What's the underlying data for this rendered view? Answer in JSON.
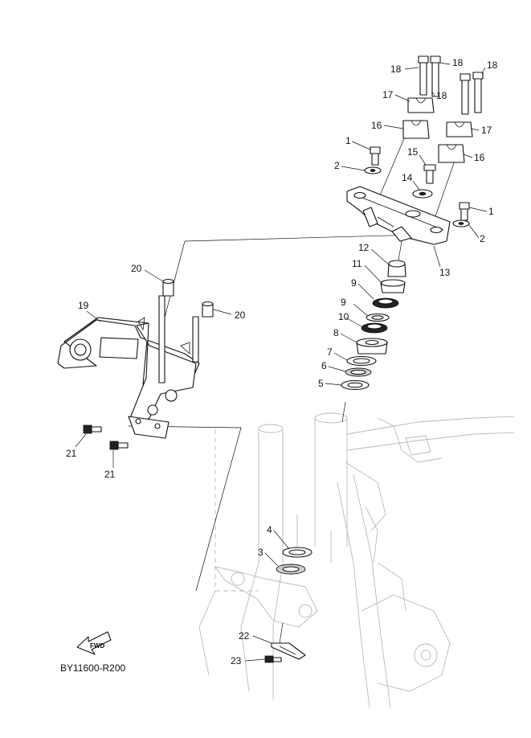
{
  "diagram": {
    "code": "BY11600-R200",
    "fwd_label": "FWD",
    "callouts": [
      "18",
      "18",
      "18",
      "18",
      "17",
      "17",
      "16",
      "16",
      "1",
      "1",
      "2",
      "2",
      "15",
      "14",
      "13",
      "12",
      "11",
      "9",
      "9",
      "10",
      "8",
      "7",
      "6",
      "5",
      "4",
      "3",
      "19",
      "20",
      "20",
      "21",
      "21",
      "22",
      "23"
    ]
  }
}
